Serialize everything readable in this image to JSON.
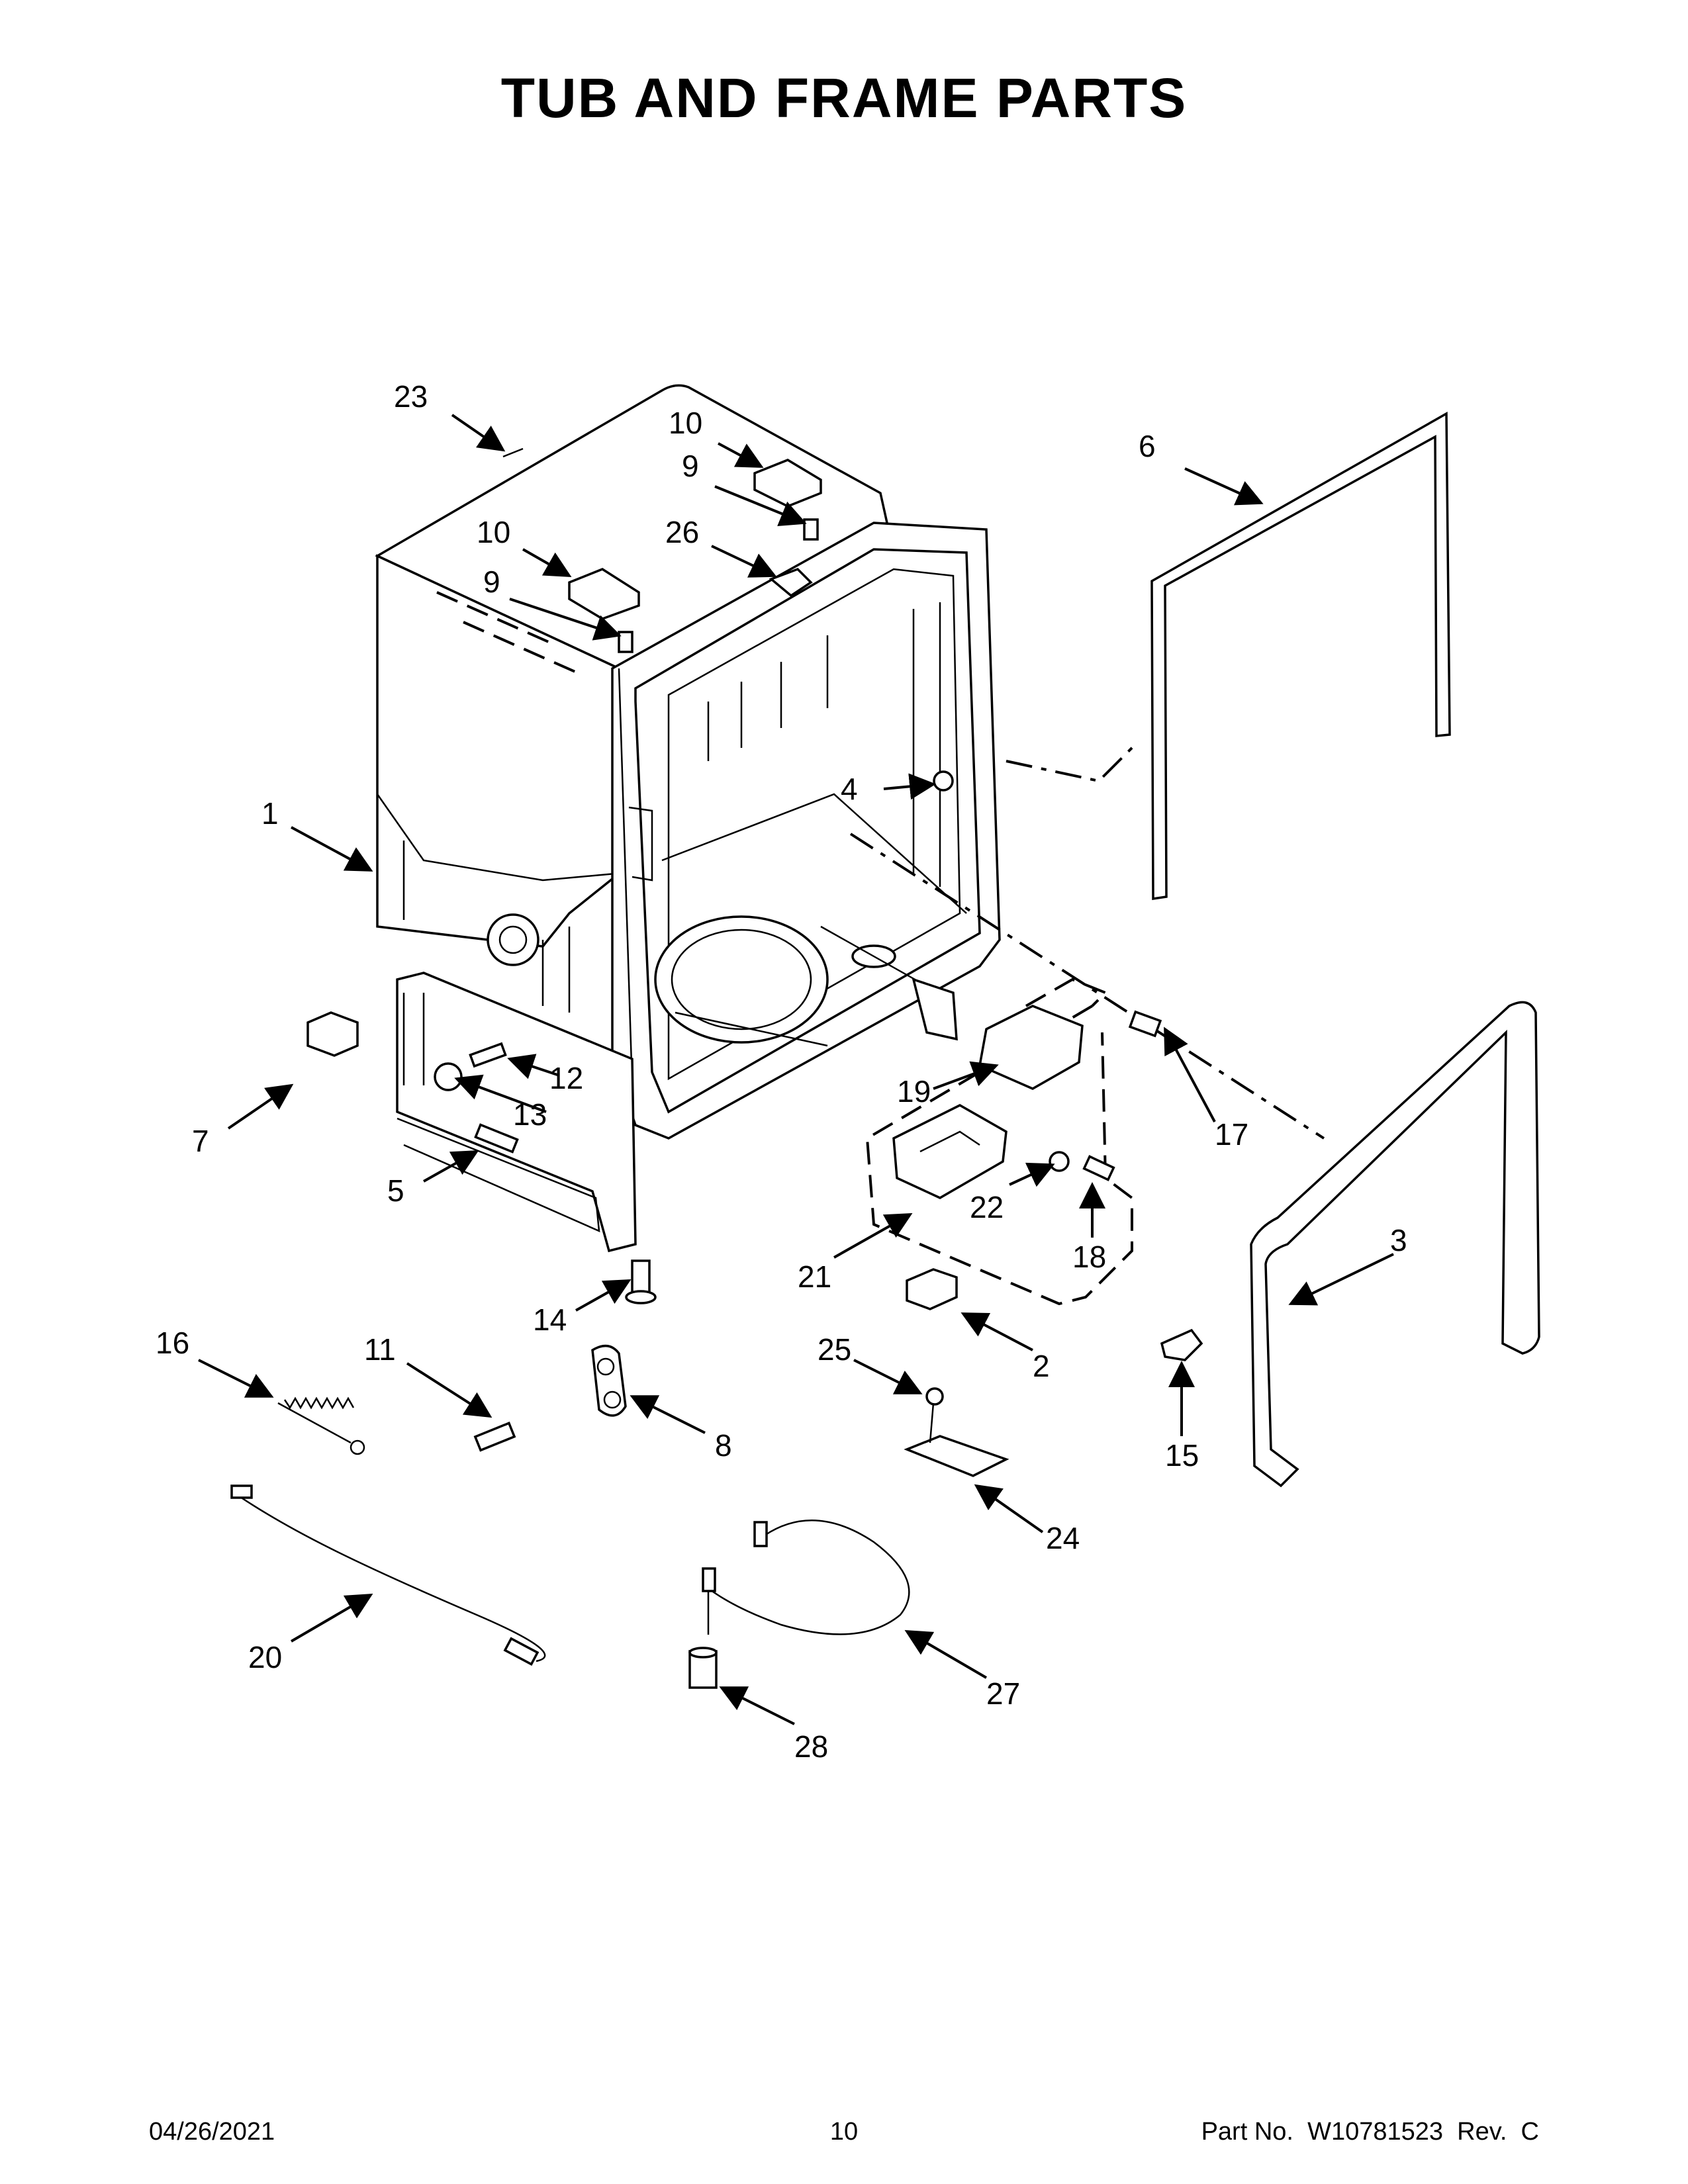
{
  "title": "TUB AND FRAME PARTS",
  "footer": {
    "date": "04/26/2021",
    "page": "10",
    "part_label": "Part No.  W10781523  Rev.  C"
  },
  "callouts": [
    {
      "id": "c1",
      "label": "1"
    },
    {
      "id": "c2",
      "label": "2"
    },
    {
      "id": "c3",
      "label": "3"
    },
    {
      "id": "c4",
      "label": "4"
    },
    {
      "id": "c5",
      "label": "5"
    },
    {
      "id": "c6",
      "label": "6"
    },
    {
      "id": "c7",
      "label": "7"
    },
    {
      "id": "c8",
      "label": "8"
    },
    {
      "id": "c9a",
      "label": "9"
    },
    {
      "id": "c9b",
      "label": "9"
    },
    {
      "id": "c10a",
      "label": "10"
    },
    {
      "id": "c10b",
      "label": "10"
    },
    {
      "id": "c11",
      "label": "11"
    },
    {
      "id": "c12",
      "label": "12"
    },
    {
      "id": "c13",
      "label": "13"
    },
    {
      "id": "c14",
      "label": "14"
    },
    {
      "id": "c15",
      "label": "15"
    },
    {
      "id": "c16",
      "label": "16"
    },
    {
      "id": "c17",
      "label": "17"
    },
    {
      "id": "c18",
      "label": "18"
    },
    {
      "id": "c19",
      "label": "19"
    },
    {
      "id": "c20",
      "label": "20"
    },
    {
      "id": "c21",
      "label": "21"
    },
    {
      "id": "c22",
      "label": "22"
    },
    {
      "id": "c23",
      "label": "23"
    },
    {
      "id": "c24",
      "label": "24"
    },
    {
      "id": "c25",
      "label": "25"
    },
    {
      "id": "c26",
      "label": "26"
    },
    {
      "id": "c27",
      "label": "27"
    },
    {
      "id": "c28",
      "label": "28"
    }
  ]
}
